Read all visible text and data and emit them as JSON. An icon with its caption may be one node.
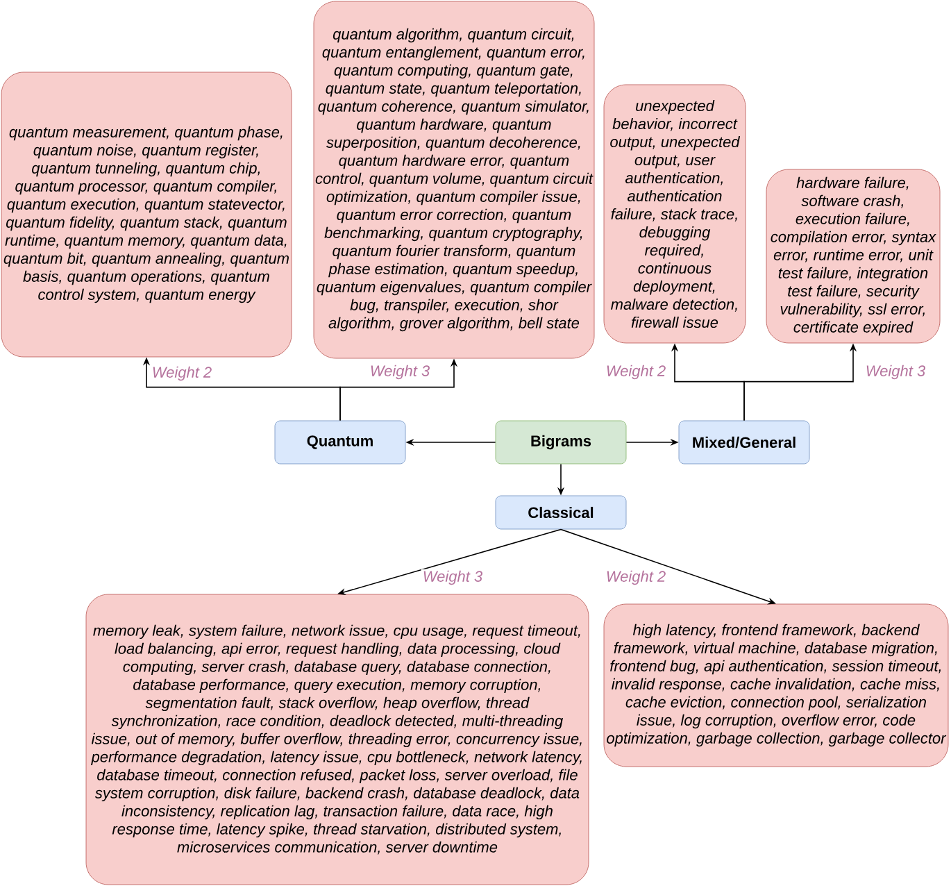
{
  "diagram": {
    "nodes": [
      {
        "text": [
          "quantum measurement, quantum phase, quantum noise, quantum register, quantum tunneling, quantum chip, quantum processor, quantum compiler, quantum execution, quantum statevector, quantum fidelity, quantum stack, quantum runtime, quantum memory, quantum data, quantum bit, quantum annealing, quantum basis, quantum operations, quantum control system, quantum energy"
        ]
      },
      {
        "text": [
          "quantum algorithm, quantum circuit, quantum entanglement, quantum error, quantum computing, quantum gate, quantum state, quantum teleportation, quantum coherence, quantum simulator, quantum hardware, quantum superposition, quantum decoherence, quantum hardware error, quantum control, quantum volume, quantum circuit optimization, quantum compiler issue, quantum error correction, quantum benchmarking, quantum cryptography, quantum fourier transform, quantum phase estimation, quantum speedup, quantum eigenvalues, quantum compiler bug, transpiler, execution, shor algorithm, grover algorithm, bell state"
        ]
      },
      {
        "text": [
          "unexpected behavior, incorrect output, unexpected output, user authentication, authentication failure, stack trace, debugging required, continuous deployment, malware detection, firewall issue"
        ]
      },
      {
        "text": [
          "hardware failure, software crash, execution failure, compilation error, syntax error, runtime error, unit test failure, integration test failure, security vulnerability, ssl error, certificate expired"
        ]
      },
      {
        "text": [
          "Quantum"
        ]
      },
      {
        "text": [
          "Bigrams"
        ]
      },
      {
        "text": [
          "Mixed/General"
        ]
      },
      {
        "text": [
          "Classical"
        ]
      },
      {
        "text": [
          "memory leak, system failure, network issue, cpu usage, request timeout, load balancing, api error, request handling, data processing, cloud computing, server crash, database query, database connection, database performance, query execution, memory corruption, segmentation fault, stack overflow, heap overflow, thread synchronization, race condition, deadlock detected, multi-threading issue, out of memory, buffer overflow, threading error, concurrency issue, performance degradation, latency issue, cpu bottleneck, network latency, database timeout, connection refused, packet loss, server overload, file system corruption, disk failure, backend crash, database deadlock, data inconsistency, replication lag, transaction failure, data race, high response time, latency spike, thread starvation, distributed system, microservices communication, server downtime"
        ]
      },
      {
        "text": [
          "high latency, frontend framework, backend framework, virtual machine, database migration, frontend bug, api authentication, session timeout, invalid response, cache invalidation, cache miss, cache eviction, connection pool, serialization issue, log corruption, overflow error, code optimization, garbage collection, garbage collector"
        ]
      }
    ],
    "edges": [
      {
        "from": 5,
        "to": 4,
        "arrow": "to"
      },
      {
        "from": 5,
        "to": 6,
        "arrow": "to"
      },
      {
        "from": 5,
        "to": 7,
        "arrow": "to"
      },
      {
        "from": 4,
        "to": 0,
        "arrow": "to",
        "label": "Weight 2"
      },
      {
        "from": 4,
        "to": 1,
        "arrow": "to",
        "label": "Weight 3"
      },
      {
        "from": 6,
        "to": 2,
        "arrow": "to",
        "label": "Weight 2"
      },
      {
        "from": 6,
        "to": 3,
        "arrow": "to",
        "label": "Weight 3"
      },
      {
        "from": 7,
        "to": 8,
        "arrow": "to",
        "label": "Weight 3"
      },
      {
        "from": 7,
        "to": 9,
        "arrow": "to",
        "label": "Weight 2"
      }
    ]
  }
}
